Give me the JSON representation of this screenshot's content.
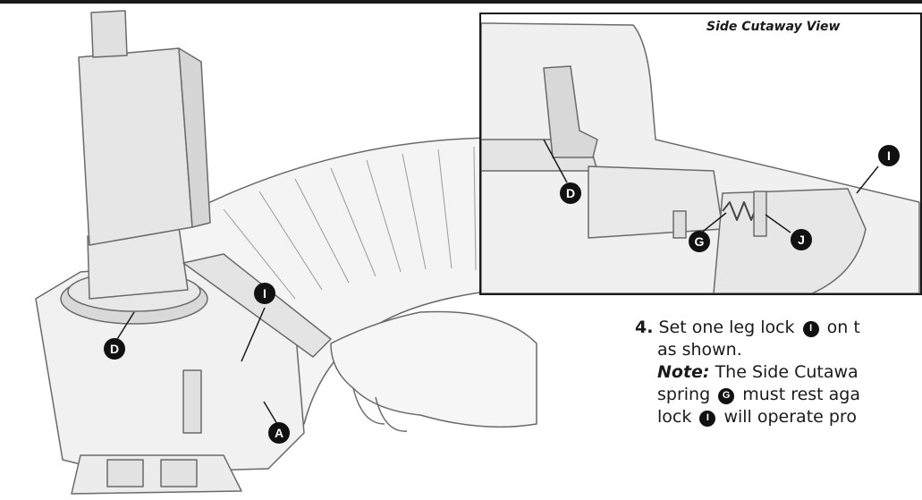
{
  "inset": {
    "title": "Side Cutaway View",
    "callouts": {
      "d": "D",
      "i": "I",
      "g": "G",
      "j": "J"
    }
  },
  "main_callouts": {
    "i": "I",
    "d": "D",
    "a": "A"
  },
  "instructions": {
    "step_number": "4.",
    "line1_text": "Set one leg lock",
    "line1_callout": "I",
    "line1_tail": "on t",
    "line2": "as shown.",
    "note_label": "Note:",
    "note_line1_rest": "The Side Cutawa",
    "note_line2_start": "spring",
    "note_line2_callout": "G",
    "note_line2_rest": "must rest aga",
    "note_line3_start": "lock",
    "note_line3_callout": "I",
    "note_line3_rest": "will operate pro"
  }
}
